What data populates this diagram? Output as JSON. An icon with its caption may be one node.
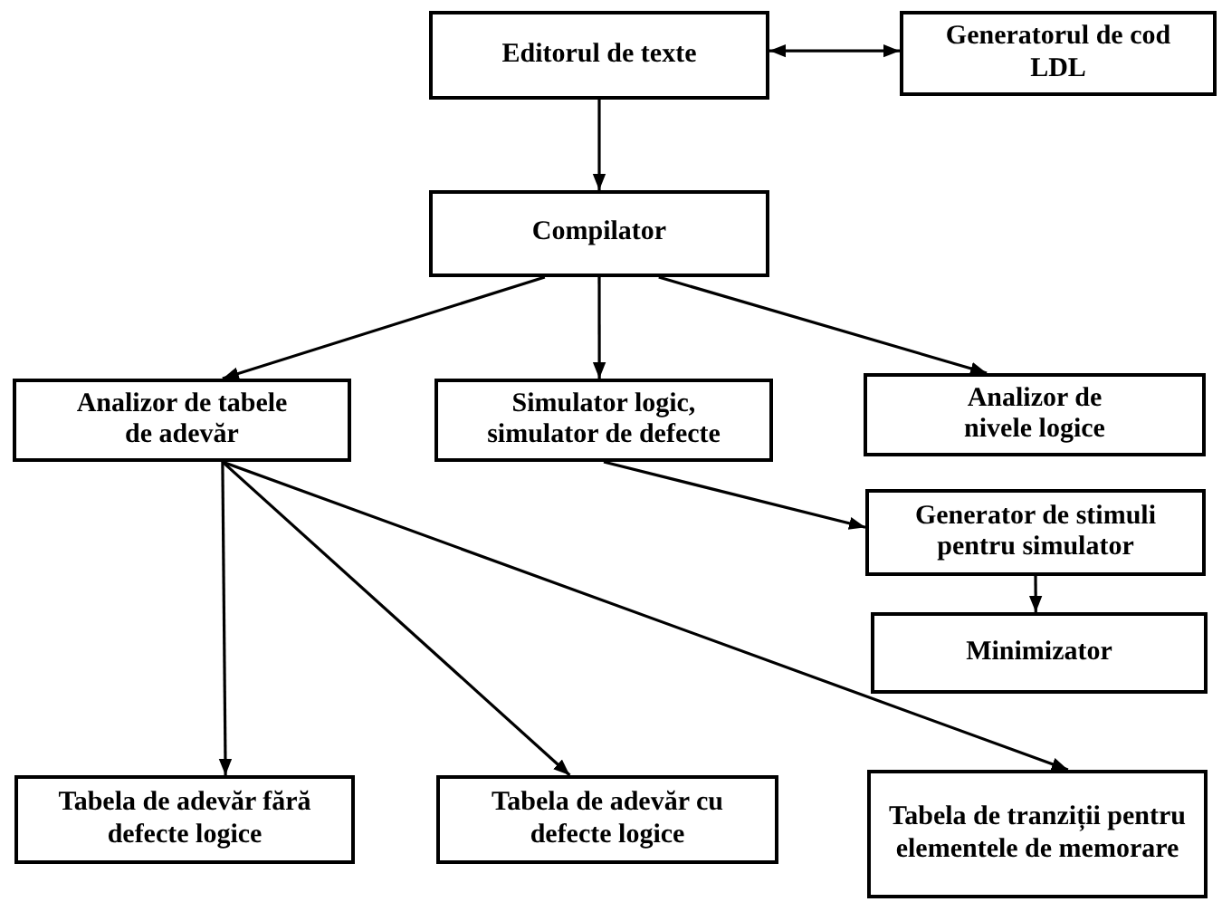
{
  "diagram": {
    "nodes": [
      {
        "text": [
          "Editorul de texte"
        ]
      },
      {
        "text": [
          "Generatorul de cod LDL"
        ]
      },
      {
        "text": [
          "Compilator"
        ]
      },
      {
        "text": [
          "Analizor de tabele de adevăr"
        ]
      },
      {
        "text": [
          "Simulator logic, simulator de defecte"
        ]
      },
      {
        "text": [
          "Analizor de nivele logice"
        ]
      },
      {
        "text": [
          "Generator de stimuli pentru simulator"
        ]
      },
      {
        "text": [
          "Minimizator"
        ]
      },
      {
        "text": [
          "Tabela de adevăr fără defecte logice"
        ]
      },
      {
        "text": [
          "Tabela de adevăr cu defecte logice"
        ]
      },
      {
        "text": [
          "Tabela de tranziții pentru elementele de memorare"
        ]
      }
    ],
    "edges": [
      {
        "from": 0,
        "to": 1,
        "arrow": "both"
      },
      {
        "from": 0,
        "to": 2,
        "arrow": "to"
      },
      {
        "from": 2,
        "to": 3,
        "arrow": "to"
      },
      {
        "from": 2,
        "to": 4,
        "arrow": "to"
      },
      {
        "from": 2,
        "to": 5,
        "arrow": "to"
      },
      {
        "from": 4,
        "to": 6,
        "arrow": "to"
      },
      {
        "from": 6,
        "to": 7,
        "arrow": "to"
      },
      {
        "from": 3,
        "to": 8,
        "arrow": "to"
      },
      {
        "from": 3,
        "to": 9,
        "arrow": "to"
      },
      {
        "from": 3,
        "to": 10,
        "arrow": "to"
      }
    ]
  }
}
